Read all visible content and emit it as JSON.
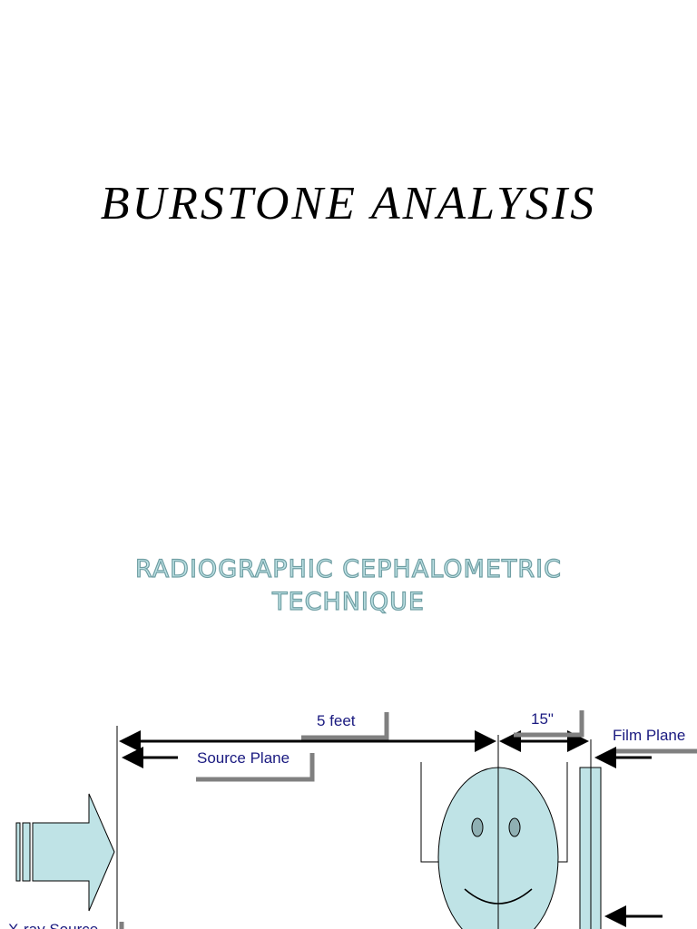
{
  "slide": {
    "title": "BURSTONE ANALYSIS",
    "subtitle_line1": "RADIOGRAPHIC CEPHALOMETRIC",
    "subtitle_line2": "TECHNIQUE"
  },
  "diagram": {
    "labels": {
      "distance_source_to_midsagittal": "5 feet",
      "distance_midsagittal_to_film": "15\"",
      "source_plane": "Source Plane",
      "film_plane": "Film Plane",
      "xray_source": "X-ray Source"
    },
    "colors": {
      "fill": "#bfe3e6",
      "label_text": "#1a1a80",
      "callout": "#808080"
    }
  }
}
